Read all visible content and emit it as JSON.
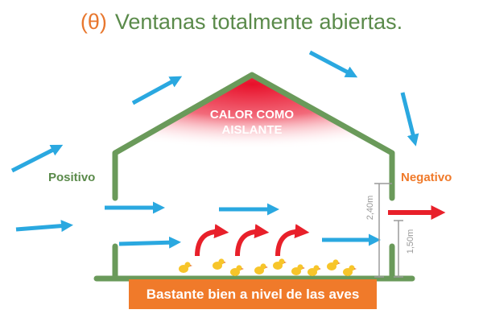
{
  "title": {
    "symbol": "(θ)",
    "text": "Ventanas totalmente abiertas."
  },
  "labels": {
    "roof_line1": "CALOR COMO",
    "roof_line2": "AISLANTE",
    "positive": "Positivo",
    "negative": "Negativo",
    "height_total": "2,40m",
    "height_window": "1,50m",
    "banner": "Bastante bien a nivel de las aves"
  },
  "colors": {
    "wall": "#6a9a5a",
    "air_arrow": "#2aa8e0",
    "heat": "#e8202a",
    "accent": "#f07a2a",
    "positive_text": "#5a8a4a",
    "dimension": "#9a9a9a"
  },
  "icons": {
    "air_flow": "blue-arrow-icon",
    "hot_air": "red-curved-arrow-icon",
    "bird": "chick-icon"
  }
}
